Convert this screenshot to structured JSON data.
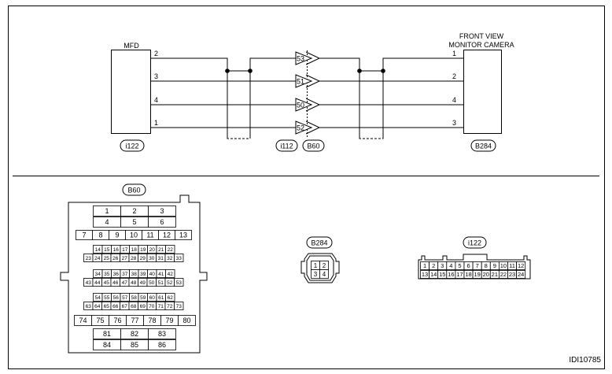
{
  "mfd": {
    "label": "MFD",
    "connector": "i122",
    "pins": [
      "2",
      "3",
      "4",
      "1"
    ]
  },
  "camera": {
    "label_line1": "FRONT VIEW",
    "label_line2": "MONITOR CAMERA",
    "connector": "B284",
    "pins": [
      "1",
      "2",
      "4",
      "3"
    ]
  },
  "joint": {
    "connector_left": "i112",
    "connector_right": "B60",
    "pins": [
      "53",
      "51",
      "50",
      "52"
    ]
  },
  "b60": {
    "title": "B60",
    "top_rows": [
      [
        "1",
        "2",
        "3"
      ],
      [
        "4",
        "5",
        "6"
      ]
    ],
    "row3": [
      "7",
      "8",
      "9",
      "10",
      "11",
      "12",
      "13"
    ],
    "block1_top": [
      "14",
      "15",
      "16",
      "17",
      "18",
      "19",
      "20",
      "21",
      "22"
    ],
    "block1_bottom": [
      "23",
      "24",
      "25",
      "26",
      "27",
      "28",
      "29",
      "30",
      "31",
      "32",
      "33"
    ],
    "block2_top": [
      "34",
      "35",
      "36",
      "37",
      "38",
      "39",
      "40",
      "41",
      "42"
    ],
    "block2_bottom": [
      "43",
      "44",
      "45",
      "46",
      "47",
      "48",
      "49",
      "50",
      "51",
      "52",
      "53"
    ],
    "block3_top": [
      "54",
      "55",
      "56",
      "57",
      "58",
      "59",
      "60",
      "61",
      "62"
    ],
    "block3_bottom": [
      "63",
      "64",
      "65",
      "66",
      "67",
      "68",
      "69",
      "70",
      "71",
      "72",
      "73"
    ],
    "row_big": [
      "74",
      "75",
      "76",
      "77",
      "78",
      "79",
      "80"
    ],
    "bottom_rows": [
      [
        "81",
        "82",
        "83"
      ],
      [
        "84",
        "85",
        "86"
      ]
    ]
  },
  "b284": {
    "title": "B284",
    "pins": [
      [
        "1",
        "2"
      ],
      [
        "3",
        "4"
      ]
    ]
  },
  "i122": {
    "title": "i122",
    "top": [
      "1",
      "2",
      "3",
      "4",
      "5",
      "6",
      "7",
      "8",
      "9",
      "10",
      "11",
      "12"
    ],
    "bottom": [
      "13",
      "14",
      "15",
      "16",
      "17",
      "18",
      "19",
      "20",
      "21",
      "22",
      "23",
      "24"
    ]
  },
  "footer": {
    "code": "IDI10785"
  }
}
